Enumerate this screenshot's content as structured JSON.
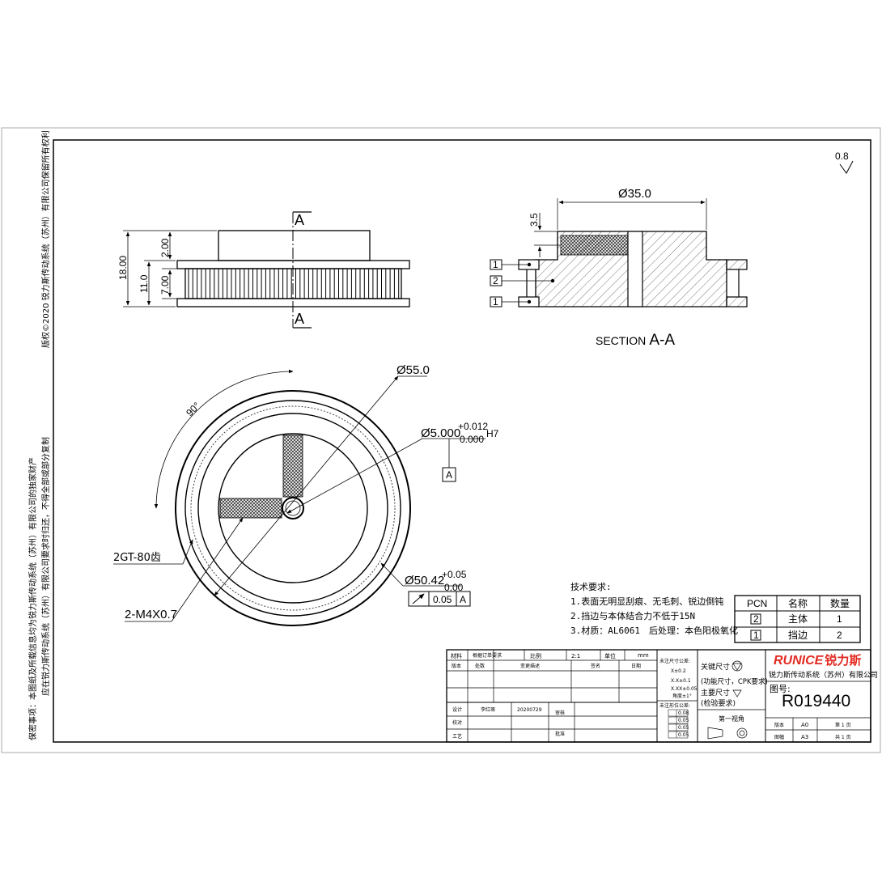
{
  "surface": {
    "value": "0.8"
  },
  "front_view": {
    "section_mark": "A",
    "dim_total_height": "18.00",
    "dim_body": "11.0",
    "dim_hub": "2.00",
    "dim_teeth": "7.00"
  },
  "section_view": {
    "title_prefix": "SECTION",
    "title_letter": "A-A",
    "dim_diameter": "Ø35.0",
    "dim_depth": "3.5",
    "callouts": [
      "1",
      "2",
      "1"
    ]
  },
  "top_view": {
    "angle": "90°",
    "outer_diameter": "Ø55.0",
    "bore_diameter": "Ø5.000",
    "bore_tol_upper": "+0.012",
    "bore_tol_lower": "0.000",
    "bore_fit": "H7",
    "datum": "A",
    "teeth": "2GT-80齿",
    "screw": "2-M4X0.7",
    "flange_diameter": "Ø50.42",
    "flange_tol_upper": "+0.05",
    "flange_tol_lower": "0.00",
    "runout_value": "0.05",
    "runout_datum": "A"
  },
  "tech_requirements": {
    "title": "技术要求:",
    "items": [
      "1.表面无明显刮痕、无毛刺、锐边倒钝",
      "2.挡边与本体结合力不低于15N",
      "3.材质：AL6061　后处理：本色阳极氧化"
    ]
  },
  "parts_table": {
    "headers": [
      "PCN",
      "名称",
      "数量"
    ],
    "rows": [
      {
        "pcn": "2",
        "name": "主体",
        "qty": "1"
      },
      {
        "pcn": "1",
        "name": "挡边",
        "qty": "2"
      }
    ]
  },
  "title_block": {
    "material_label": "材料",
    "material_value": "根据订单要求",
    "scale_label": "比例",
    "scale_value": "2:1",
    "unit_label": "单位",
    "unit_value": "mm",
    "version_label": "版本",
    "location_label": "处数",
    "change_label": "变更描述",
    "sign_label": "签名",
    "date_label": "日期",
    "designer_label": "设计",
    "designer_value": "李红琢",
    "design_date": "20200729",
    "review_label": "审核",
    "check_label": "校对",
    "approve_label": "批准",
    "process_label": "工艺",
    "tol_title": "未注尺寸公差:",
    "tol_lines": [
      "X±0.2",
      "X.X±0.1",
      "X.XX±0.05",
      "角度±1°"
    ],
    "geo_title": "未注形位公差:",
    "geo_values": [
      "0.08",
      "0.05",
      "0.05",
      "0.05"
    ],
    "key_dim": "关键尺寸",
    "key_dim_note": "(功能尺寸，CPK要求)",
    "main_dim": "主要尺寸",
    "main_dim_note": "(检验要求)",
    "projection": "第一视角",
    "logo_latin": "RUNICE",
    "logo_cn": "锐力斯",
    "company": "锐力斯传动系统（苏州）有限公司",
    "drawing_no_label": "图号:",
    "drawing_no": "R019440",
    "version_field": "版本",
    "version_value": "A0",
    "sheet_label": "第 1 页",
    "size_label": "图幅",
    "size_value": "A3",
    "total_label": "共 1 页"
  },
  "side_notes": {
    "copyright": "版权©2020 锐力斯传动系统（苏州）有限公司保留所有权利",
    "confidential_1": "保密事项：本图纸及所载信息均为锐力斯传动系统（苏州）有限公司的独家财产",
    "confidential_2": "应在锐力斯传动系统（苏州）有限公司要求时归还，不得全部或部分复制"
  }
}
